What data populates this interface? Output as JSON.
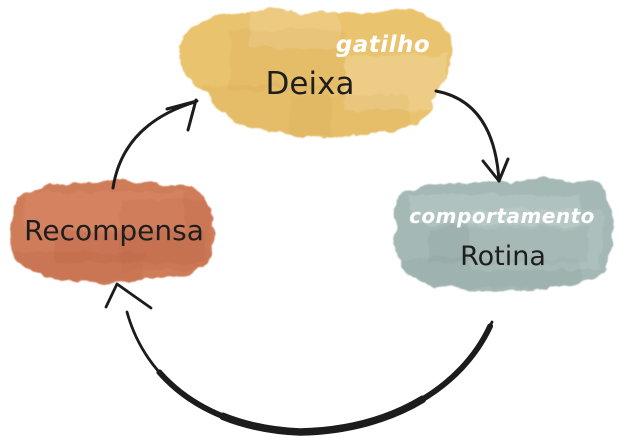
{
  "canvas": {
    "background": "#ffffff"
  },
  "colors": {
    "arrow": "#1c1c1c"
  },
  "diagram_type": "habit-loop-cycle",
  "nodes": {
    "cue": {
      "label": "Deixa",
      "tag": "gatilho",
      "fill": "#eac36e",
      "label_color": "#1e1e1e",
      "tag_color": "#ffffff"
    },
    "routine": {
      "label": "Rotina",
      "tag": "comportamento",
      "fill": "#a4b8b5",
      "label_color": "#1e1e1e",
      "tag_color": "#ffffff"
    },
    "reward": {
      "label": "Recompensa",
      "fill": "#cf7b59",
      "label_color": "#1e1e1e"
    }
  },
  "edges": [
    {
      "from": "reward",
      "to": "cue",
      "style": "thin-sketch-arrow"
    },
    {
      "from": "cue",
      "to": "routine",
      "style": "thin-sketch-arrow"
    },
    {
      "from": "routine",
      "to": "reward",
      "style": "thick-brush-arrow"
    }
  ]
}
